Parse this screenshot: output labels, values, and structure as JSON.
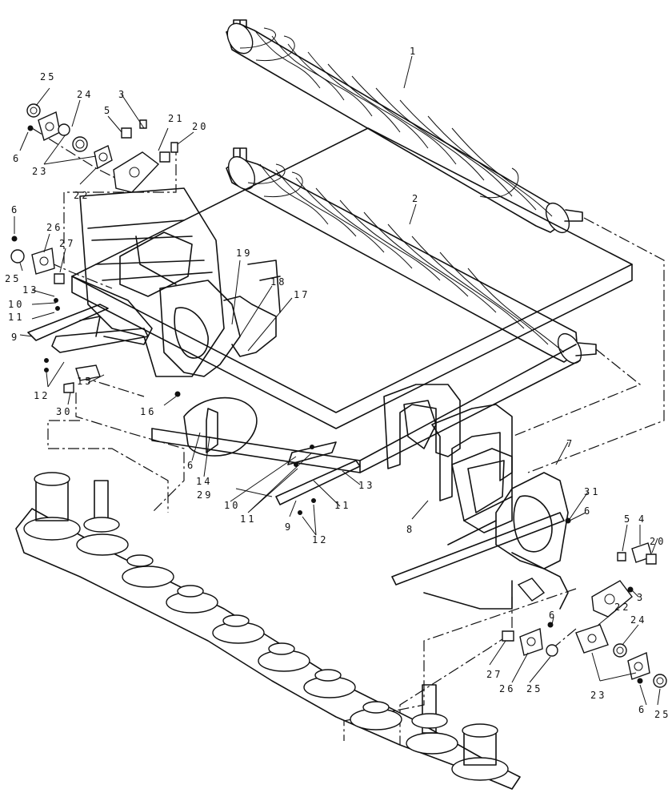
{
  "callouts": [
    {
      "id": "c1",
      "text": "1"
    },
    {
      "id": "c2",
      "text": "2"
    },
    {
      "id": "c3a",
      "text": "3"
    },
    {
      "id": "c3b",
      "text": "3"
    },
    {
      "id": "c4",
      "text": "4"
    },
    {
      "id": "c5a",
      "text": "5"
    },
    {
      "id": "c5b",
      "text": "5"
    },
    {
      "id": "c6a",
      "text": "6"
    },
    {
      "id": "c6b",
      "text": "6"
    },
    {
      "id": "c6c",
      "text": "6"
    },
    {
      "id": "c6d",
      "text": "6"
    },
    {
      "id": "c6e",
      "text": "6"
    },
    {
      "id": "c6f",
      "text": "6"
    },
    {
      "id": "c7",
      "text": "7"
    },
    {
      "id": "c8",
      "text": "8"
    },
    {
      "id": "c9a",
      "text": "9"
    },
    {
      "id": "c9b",
      "text": "9"
    },
    {
      "id": "c10a",
      "text": "10"
    },
    {
      "id": "c10b",
      "text": "10"
    },
    {
      "id": "c11a",
      "text": "11"
    },
    {
      "id": "c11b",
      "text": "11"
    },
    {
      "id": "c11c",
      "text": "11"
    },
    {
      "id": "c12a",
      "text": "12"
    },
    {
      "id": "c12b",
      "text": "12"
    },
    {
      "id": "c13a",
      "text": "13"
    },
    {
      "id": "c13b",
      "text": "13"
    },
    {
      "id": "c14",
      "text": "14"
    },
    {
      "id": "c15",
      "text": "15"
    },
    {
      "id": "c16",
      "text": "16"
    },
    {
      "id": "c17",
      "text": "17"
    },
    {
      "id": "c18",
      "text": "18"
    },
    {
      "id": "c19",
      "text": "19"
    },
    {
      "id": "c20a",
      "text": "20"
    },
    {
      "id": "c20b",
      "text": "20"
    },
    {
      "id": "c21",
      "text": "21"
    },
    {
      "id": "c22a",
      "text": "22"
    },
    {
      "id": "c22b",
      "text": "22"
    },
    {
      "id": "c23a",
      "text": "23"
    },
    {
      "id": "c23b",
      "text": "23"
    },
    {
      "id": "c24a",
      "text": "24"
    },
    {
      "id": "c24b",
      "text": "24"
    },
    {
      "id": "c25a",
      "text": "25"
    },
    {
      "id": "c25b",
      "text": "25"
    },
    {
      "id": "c25c",
      "text": "25"
    },
    {
      "id": "c25d",
      "text": "25"
    },
    {
      "id": "c26a",
      "text": "26"
    },
    {
      "id": "c26b",
      "text": "26"
    },
    {
      "id": "c27a",
      "text": "27"
    },
    {
      "id": "c27b",
      "text": "27"
    },
    {
      "id": "c29",
      "text": "29"
    },
    {
      "id": "c30",
      "text": "30"
    },
    {
      "id": "c31",
      "text": "31"
    }
  ]
}
